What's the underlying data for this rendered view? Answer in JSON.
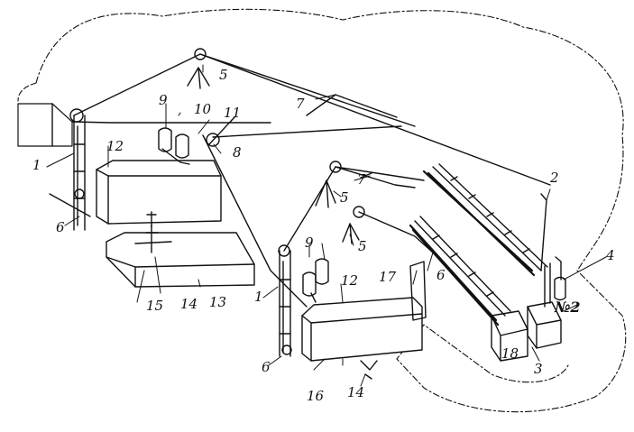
{
  "diagram": {
    "labels": {
      "l1a": "1",
      "l1b": "1",
      "l2": "2",
      "l3": "3",
      "l4": "4",
      "l5a": "5",
      "l5b": "5",
      "l5c": "5",
      "l6a": "6",
      "l6b": "6",
      "l6c": "6",
      "l7a": "7",
      "l7b": "7",
      "l8": "8",
      "l9a": "9",
      "l9b": "9",
      "l10": "10",
      "l11": "11",
      "l12a": "12",
      "l12b": "12",
      "l13": "13",
      "l14a": "14",
      "l14b": "14",
      "l15": "15",
      "l16": "16",
      "l17": "17",
      "l18": "18",
      "no2": "№2"
    }
  }
}
